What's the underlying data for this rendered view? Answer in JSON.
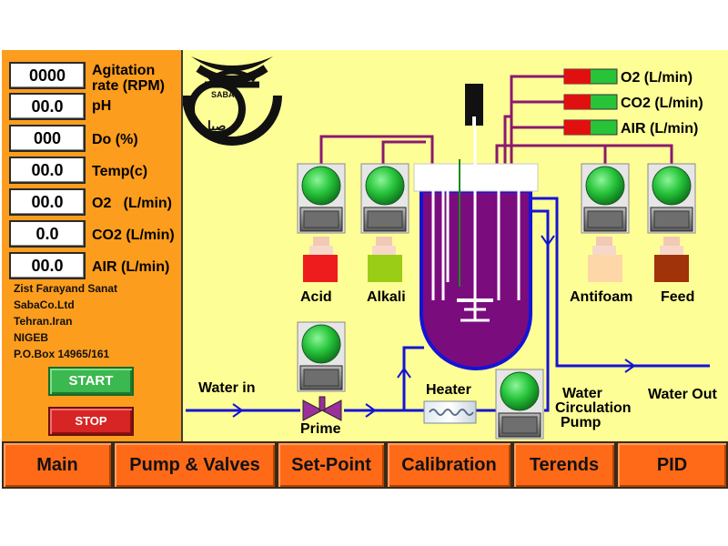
{
  "readings": [
    {
      "value": "0000",
      "label": "Agitation\nrate (RPM)"
    },
    {
      "value": "00.0",
      "label": "pH"
    },
    {
      "value": "000",
      "label": "Do (%)"
    },
    {
      "value": "00.0",
      "label": "Temp(c)"
    },
    {
      "value": "00.0",
      "label": "O2   (L/min)"
    },
    {
      "value": "0.0",
      "label": "CO2 (L/min)"
    },
    {
      "value": "00.0",
      "label": "AIR (L/min)"
    }
  ],
  "company": {
    "line1": "Zist Farayand Sanat",
    "line2": "SabaCo.Ltd",
    "line3": "Tehran.Iran",
    "line4": "NIGEB",
    "line5": "P.O.Box 14965/161"
  },
  "controls": {
    "start": "START",
    "stop": "STOP"
  },
  "logo": {
    "text": "SABA",
    "script": "صبا"
  },
  "gas": {
    "o2": "O2  (L/min)",
    "co2": "CO2 (L/min)",
    "air": "AIR (L/min)"
  },
  "pumps": {
    "acid": "Acid",
    "alkali": "Alkali",
    "antifoam": "Antifoam",
    "feed": "Feed",
    "prime": "Prime"
  },
  "process": {
    "water_in": "Water in",
    "heater": "Heater",
    "water_circ_1": "Water",
    "water_circ_2": "Circulation",
    "water_circ_3": "Pump",
    "water_out": "Water Out"
  },
  "nav": {
    "main": "Main",
    "pumps_valves": "Pump & Valves",
    "setpoint": "Set-Point",
    "calibration": "Calibration",
    "terends": "Terends",
    "pid": "PID"
  },
  "colors": {
    "panel": "#fd9d1d",
    "background": "#fefe96",
    "nav": "#ff6a18",
    "vessel": "#7a0c7e",
    "pipe": "#1414d6",
    "gas_line": "#8b1a6e",
    "led_green": "#27c43a"
  }
}
